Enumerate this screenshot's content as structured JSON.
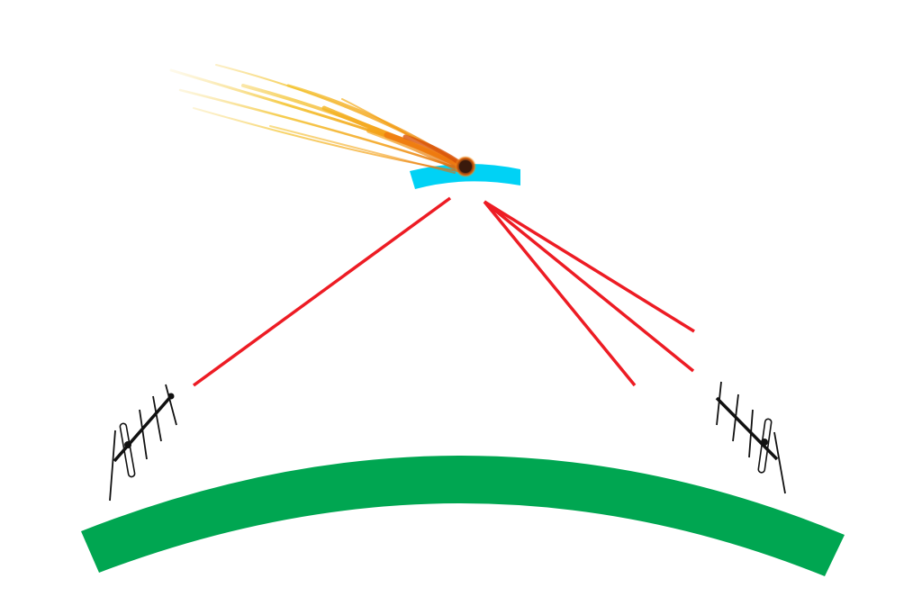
{
  "diagram": {
    "colors": {
      "background": "#ffffff",
      "ground": "#00a651",
      "ionized_trail": "#00d2f5",
      "radio_path": "#ed1c24",
      "antenna": "#111111",
      "meteor_core": "#3a1a0c",
      "meteor_glow": "#f07a10",
      "meteor_tail": "#f4c430"
    },
    "elements": [
      {
        "name": "earth-surface",
        "kind": "ground"
      },
      {
        "name": "ionized-meteor-trail",
        "kind": "reflector"
      },
      {
        "name": "meteor",
        "kind": "object"
      },
      {
        "name": "transmitter-antenna",
        "kind": "yagi-antenna"
      },
      {
        "name": "receiver-antenna",
        "kind": "yagi-antenna"
      },
      {
        "name": "incident-radio-path",
        "kind": "signal"
      },
      {
        "name": "reflected-radio-paths",
        "kind": "signal",
        "count": 3
      }
    ]
  }
}
